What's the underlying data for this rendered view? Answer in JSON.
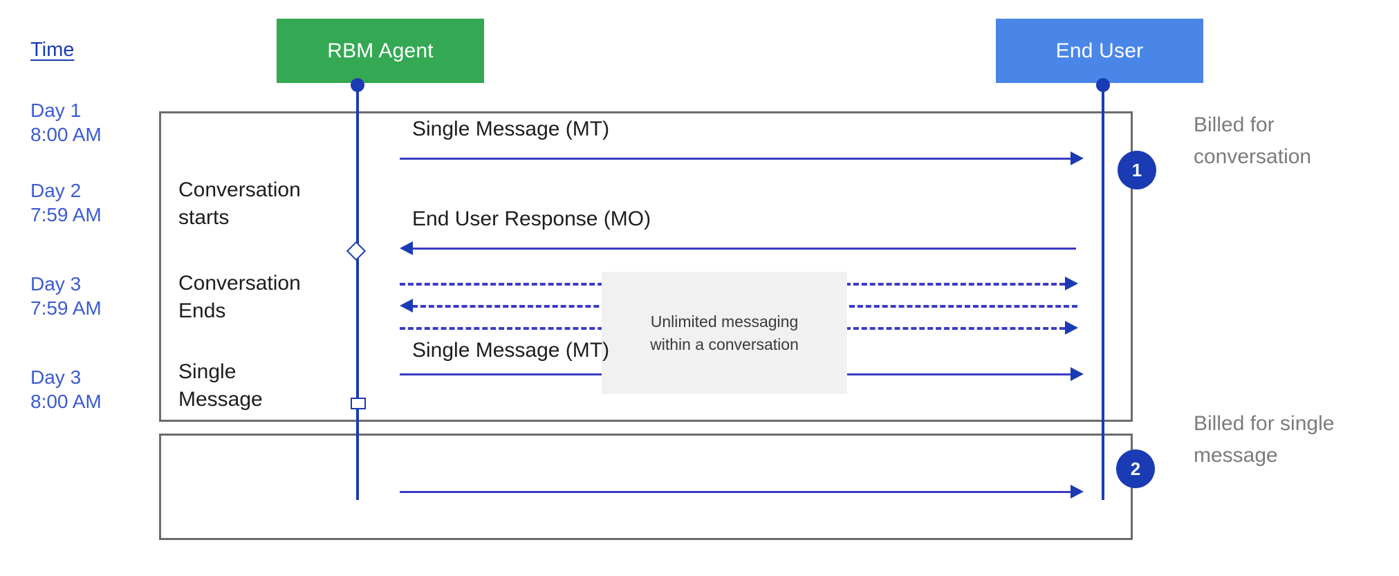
{
  "diagram": {
    "title_column": "Time",
    "actors": [
      {
        "id": "rbm-agent",
        "label": "RBM Agent",
        "color": "#34a853"
      },
      {
        "id": "end-user",
        "label": "End User",
        "color": "#4a86e8"
      }
    ],
    "time_labels": [
      {
        "id": "day1",
        "text": "Day 1\n8:00 AM"
      },
      {
        "id": "day2",
        "text": "Day 2\n7:59 AM"
      },
      {
        "id": "day3",
        "text": "Day 3\n7:59 AM"
      },
      {
        "id": "day3b",
        "text": "Day 3\n8:00 AM"
      }
    ],
    "stages": [
      {
        "id": "conversation-starts",
        "text": "Conversation\nstarts"
      },
      {
        "id": "conversation-ends",
        "text": "Conversation\nEnds"
      },
      {
        "id": "single-message",
        "text": "Single\nMessage"
      }
    ],
    "messages": [
      {
        "id": "mt-1",
        "label": "Single Message (MT)",
        "direction": "agent-to-user",
        "style": "solid"
      },
      {
        "id": "mo-1",
        "label": "End User Response (MO)",
        "direction": "user-to-agent",
        "style": "solid"
      },
      {
        "id": "d-1",
        "label": "",
        "direction": "agent-to-user",
        "style": "dashed"
      },
      {
        "id": "d-2",
        "label": "",
        "direction": "user-to-agent",
        "style": "dashed"
      },
      {
        "id": "d-3",
        "label": "",
        "direction": "agent-to-user",
        "style": "dashed"
      },
      {
        "id": "s-4",
        "label": "",
        "direction": "agent-to-user",
        "style": "solid"
      },
      {
        "id": "mt-2",
        "label": "Single Message (MT)",
        "direction": "agent-to-user",
        "style": "solid"
      }
    ],
    "note": {
      "text": "Unlimited messaging\nwithin a conversation",
      "background": "#f1f1f1"
    },
    "annotations": [
      {
        "id": "billed-conversation",
        "badge": "1",
        "caption": "Billed for\nconversation"
      },
      {
        "id": "billed-single-message",
        "badge": "2",
        "caption": "Billed for single\nmessage"
      }
    ],
    "colors": {
      "agent": "#34a853",
      "user": "#4a86e8",
      "lifeline": "#1a3bb3",
      "arrow": "#3b3bc4",
      "group_border": "#6b6b6b",
      "time_text": "#3c5bd1",
      "caption_text": "#7b7b7b",
      "note_bg": "#f1f1f1"
    }
  }
}
